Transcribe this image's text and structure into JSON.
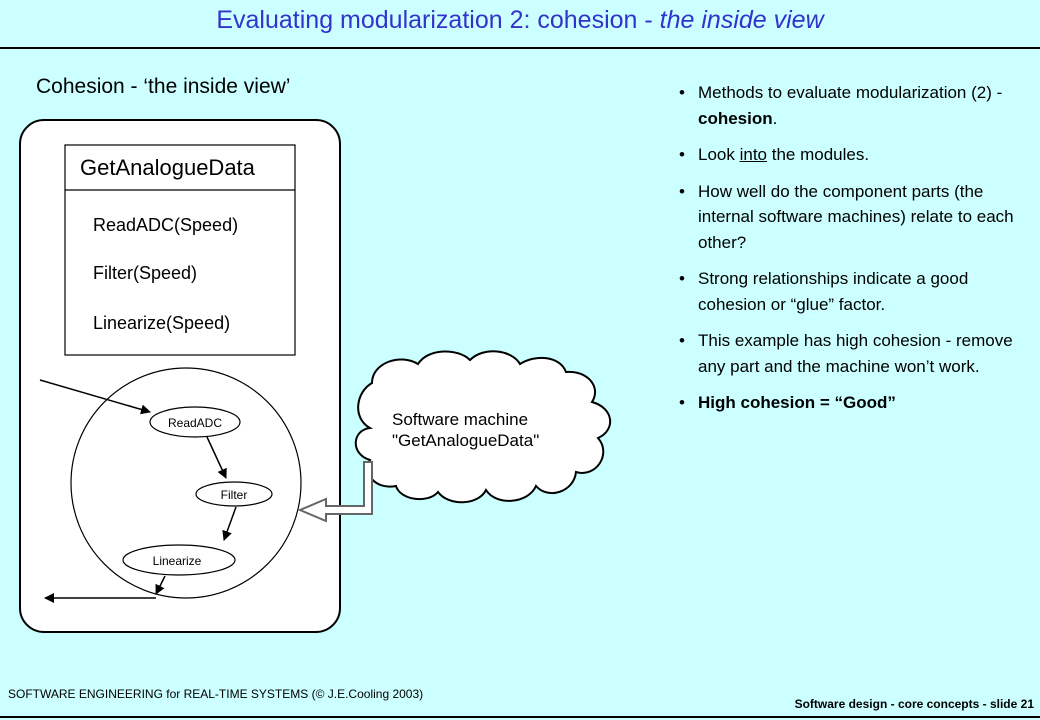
{
  "header": {
    "title_prefix": "Evaluating modularization 2: cohesion  -  ",
    "title_italic": "the inside view"
  },
  "subtitle": "Cohesion  -  ‘the inside view’",
  "diagram": {
    "module_name": "GetAnalogueData",
    "module_items": [
      "ReadADC(Speed)",
      "Filter(Speed)",
      "Linearize(Speed)"
    ],
    "bubbles": [
      "ReadADC",
      "Filter",
      "Linearize"
    ],
    "cloud_line1": "Software machine",
    "cloud_line2": "\"GetAnalogueData\""
  },
  "bullets": [
    {
      "text": "Methods to evaluate modularization (2)  - ",
      "bold_suffix": "cohesion",
      "tail": "."
    },
    {
      "pre": "Look ",
      "underline": "into",
      "post": " the modules."
    },
    {
      "text": "How well do the component parts (the internal software machines) relate to each other?"
    },
    {
      "text": "Strong relationships indicate a good cohesion or “glue” factor."
    },
    {
      "text": "This example has high cohesion  -  remove any part and the machine won’t work."
    },
    {
      "bold": "High cohesion = “Good”"
    }
  ],
  "footer": {
    "left": "SOFTWARE ENGINEERING  for REAL-TIME SYSTEMS (© J.E.Cooling 2003)",
    "right": "Software design  -  core concepts  - slide 21"
  }
}
